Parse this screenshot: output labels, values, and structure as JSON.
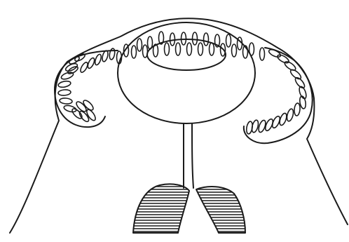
{
  "drawing": {
    "background": "#ffffff",
    "ink_color": "#1a1a1a",
    "style": "pen-and-ink line drawing"
  },
  "structures": {
    "central_ring_hooks": 25,
    "left_lateral_hooks": 14,
    "right_lateral_hooks": 15,
    "shaded_lobes": 2
  }
}
